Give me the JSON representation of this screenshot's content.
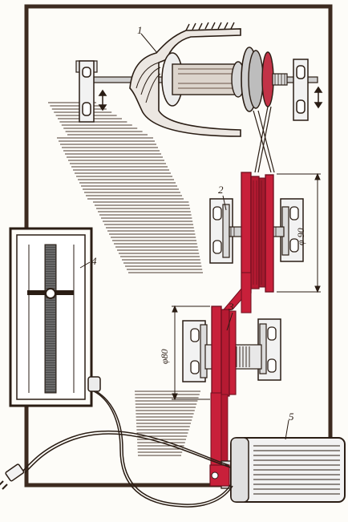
{
  "labels": {
    "part_1": "1",
    "part_2": "2",
    "part_3": "3",
    "part_4": "4",
    "part_5": "5"
  },
  "dimensions": {
    "pulley_upper_diameter": "φ 90",
    "pulley_lower_diameter": "φ80"
  },
  "colors": {
    "board_outline": "#3d2b20",
    "belt": "#c8203a",
    "belt_dark": "#8f1426",
    "metal": "#d9d9d9",
    "ink": "#2a1d14",
    "paper": "#fdfcf8"
  }
}
